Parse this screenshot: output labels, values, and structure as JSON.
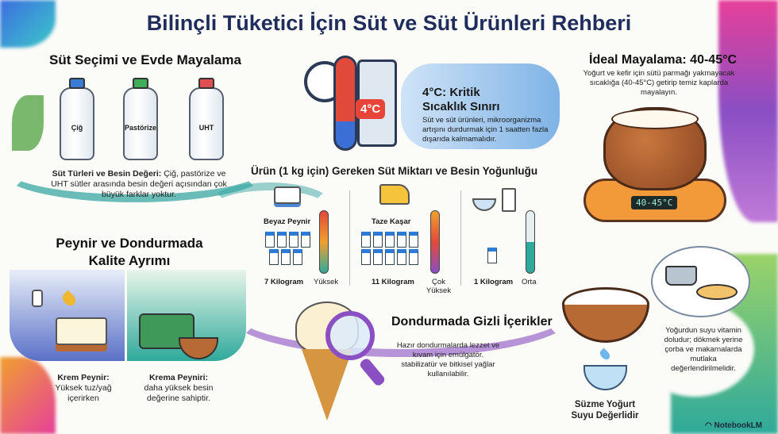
{
  "title": "Bilinçli Tüketici İçin Süt ve Süt Ürünleri Rehberi",
  "milk_section": {
    "title": "Süt Seçimi ve Evde Mayalama",
    "bottles": [
      "Çiğ",
      "Pastörize",
      "UHT"
    ],
    "caption_bold": "Süt Türleri ve Besin Değeri:",
    "caption": "Çiğ, pastörize ve UHT sütler arasında besin değeri açısından çok büyük farklar yoktur."
  },
  "cold_section": {
    "badge": "4°C",
    "title_line1": "4°C: Kritik",
    "title_line2": "Sıcaklık Sınırı",
    "text": "Süt ve süt ürünleri, mikroorganizma artışını durdurmak için 1 saatten fazla dışarıda kalmamalıdır."
  },
  "ferment_section": {
    "title": "İdeal Mayalama: 40-45°C",
    "text": "Yoğurt ve kefir için sütü parmağı yakmayacak sıcaklığa (40-45°C) getirip temiz kaplarda mayalayın.",
    "display": "40-45°C"
  },
  "yield_section": {
    "title": "Ürün (1 kg için) Gereken Süt Miktarı ve Besin Yoğunluğu",
    "items": [
      {
        "name": "Beyaz Peynir",
        "amount": "7 Kilogram",
        "density": "Yüksek",
        "level": 0.75
      },
      {
        "name": "Taze Kaşar",
        "amount": "11 Kilogram",
        "density": "Çok Yüksek",
        "level": 0.95
      },
      {
        "name": "",
        "amount": "1 Kilogram",
        "density": "Orta",
        "level": 0.5
      }
    ]
  },
  "cheese_section": {
    "title": "Peynir ve Dondurmada Kalite Ayrımı",
    "left_bold": "Krem Peynir:",
    "left_text": "Yüksek tuz/yağ içerirken",
    "right_bold": "Krema Peyniri:",
    "right_text": "daha yüksek besin değerine sahiptir."
  },
  "icecream_section": {
    "title": "Dondurmada Gizli İçerikler",
    "text": "Hazır dondurmalarda lezzet ve kıvam için emülgatör. stabilizatür ve bitkisel yağlar kullanılabilir."
  },
  "whey_section": {
    "text": "Yoğurdun suyu vitamin doludur; dökmek yerine çorba ve makarnalarda mutlaka değerlendirilmelidir.",
    "caption": "Süzme Yoğurt Suyu Değerlidir"
  },
  "brand": "NotebookLM",
  "colors": {
    "title": "#1f2d5c",
    "teal": "#3aa7a3",
    "blue": "#5b9be0",
    "orange": "#e9772f",
    "purple": "#8b4fc4"
  }
}
